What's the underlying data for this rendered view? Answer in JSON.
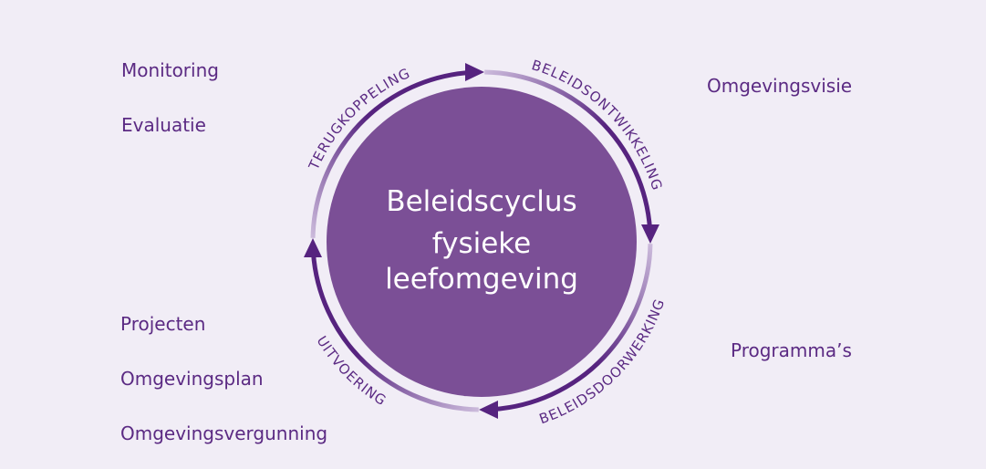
{
  "colors": {
    "background": "#f1edf6",
    "circle": "#7b4f96",
    "arrow_dark": "#56237f",
    "arrow_light": "#cbbadb",
    "text": "#5b2a83"
  },
  "center": {
    "lines": [
      "Beleidscyclus",
      "fysieke",
      "leefomgeving"
    ]
  },
  "phases": [
    {
      "label": "TERUGKOPPELING"
    },
    {
      "label": "BELEIDSONTWIKKELING"
    },
    {
      "label": "BELEIDSDOORWERKING"
    },
    {
      "label": "UITVOERING"
    }
  ],
  "side_labels": {
    "top_left": [
      "Monitoring",
      "Evaluatie"
    ],
    "top_right": [
      "Omgevingsvisie"
    ],
    "bottom_left": [
      "Projecten",
      "Omgevingsplan",
      "Omgevingsvergunning"
    ],
    "bottom_right": [
      "Programma’s"
    ]
  }
}
